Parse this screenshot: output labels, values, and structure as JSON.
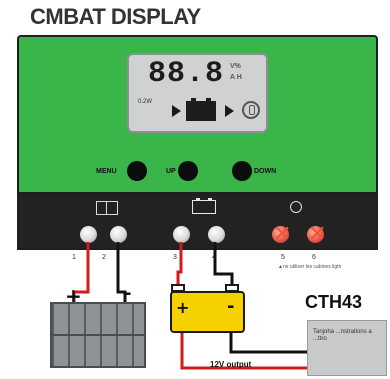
{
  "title": "CMBAT DISPLAY",
  "lcd": {
    "digits": "88.8",
    "unit_top": "V%",
    "unit_bottom": "A H",
    "pv_label": "0.2W"
  },
  "buttons": [
    {
      "label": "MENU"
    },
    {
      "label": "UP"
    },
    {
      "label": "DOWN"
    }
  ],
  "terminals": [
    "1",
    "2",
    "3",
    "4",
    "5",
    "6"
  ],
  "no_use_note": "▲ne utiliser les cabines ligth",
  "device_label": "CTH43",
  "load_text": "Tanjoha ...nstrations a ...ttro",
  "output_label": "12V output",
  "polarity": {
    "plus": "+",
    "minus": "-"
  },
  "colors": {
    "controller_green": "#39b54a",
    "wire_red": "#d11b1b",
    "wire_black": "#111111",
    "battery_yellow": "#f6d100",
    "off_screw_red": "#e85c4a"
  },
  "icons": [
    "solar-panel-icon",
    "battery-icon",
    "lamp-icon",
    "arrow-right-icon"
  ]
}
